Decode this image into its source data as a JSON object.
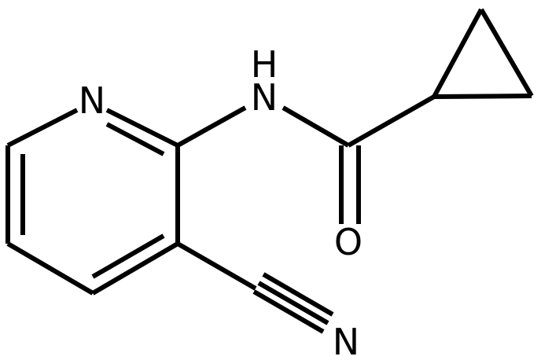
{
  "molecule": {
    "atoms": {
      "pyridine_n": "N",
      "amide_nh_n": "N",
      "amide_nh_h": "H",
      "carbonyl_o": "O",
      "nitrile_n": "N"
    }
  },
  "colors": {
    "bond": "#000000",
    "label": "#000000",
    "background": "#ffffff"
  }
}
